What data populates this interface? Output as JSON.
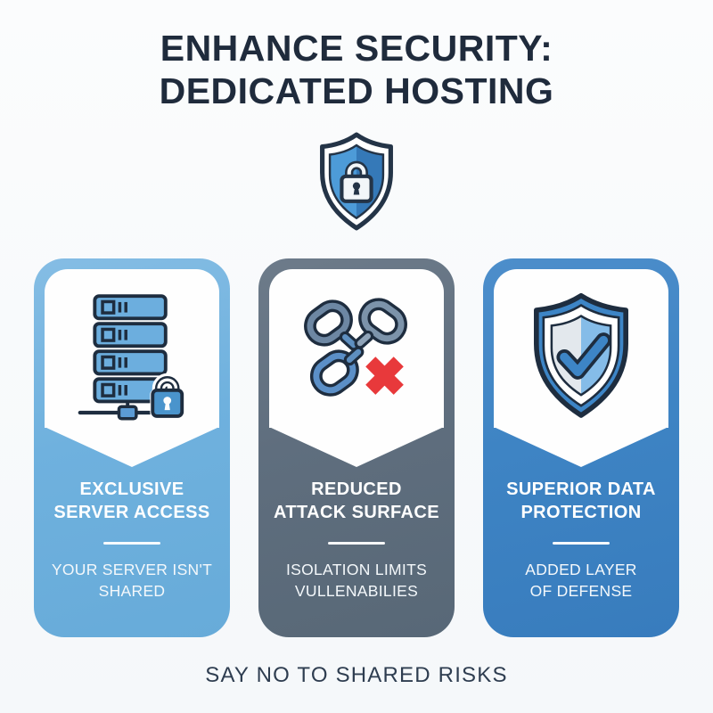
{
  "header": {
    "title_line1": "ENHANCE SECURITY:",
    "title_line2": "DEDICATED HOSTING"
  },
  "hero": {
    "icon": "shield-lock-icon"
  },
  "cards": [
    {
      "id": "exclusive-server-access",
      "icon": "server-lock-icon",
      "color": "#6FB1DE",
      "title_line1": "EXCLUSIVE",
      "title_line2": "SERVER ACCESS",
      "subtitle_line1": "YOUR SERVER ISN'T",
      "subtitle_line2": "SHARED"
    },
    {
      "id": "reduced-attack-surface",
      "icon": "broken-chain-icon",
      "color": "#5F6E7E",
      "title_line1": "REDUCED",
      "title_line2": "ATTACK SURFACE",
      "subtitle_line1": "ISOLATION LIMITS",
      "subtitle_line2": "VULLENABILIES"
    },
    {
      "id": "superior-data-protection",
      "icon": "shield-check-icon",
      "color": "#3E84C4",
      "title_line1": "SUPERIOR DATA",
      "title_line2": "PROTECTION",
      "subtitle_line1": "ADDED LAYER",
      "subtitle_line2": "OF DEFENSE"
    }
  ],
  "footer": {
    "tagline": "SAY NO TO SHARED RISKS"
  },
  "colors": {
    "background": "#F7F9FB",
    "title_text": "#1F2B3C",
    "card_light_blue": "#6FB1DE",
    "card_slate": "#5F6E7E",
    "card_blue": "#3E84C4",
    "card_text": "#FFFFFF",
    "panel_white": "#FEFEFE",
    "icon_outline_navy": "#1E2D3F",
    "icon_blue": "#5B9BD5",
    "error_red": "#E8393B"
  }
}
